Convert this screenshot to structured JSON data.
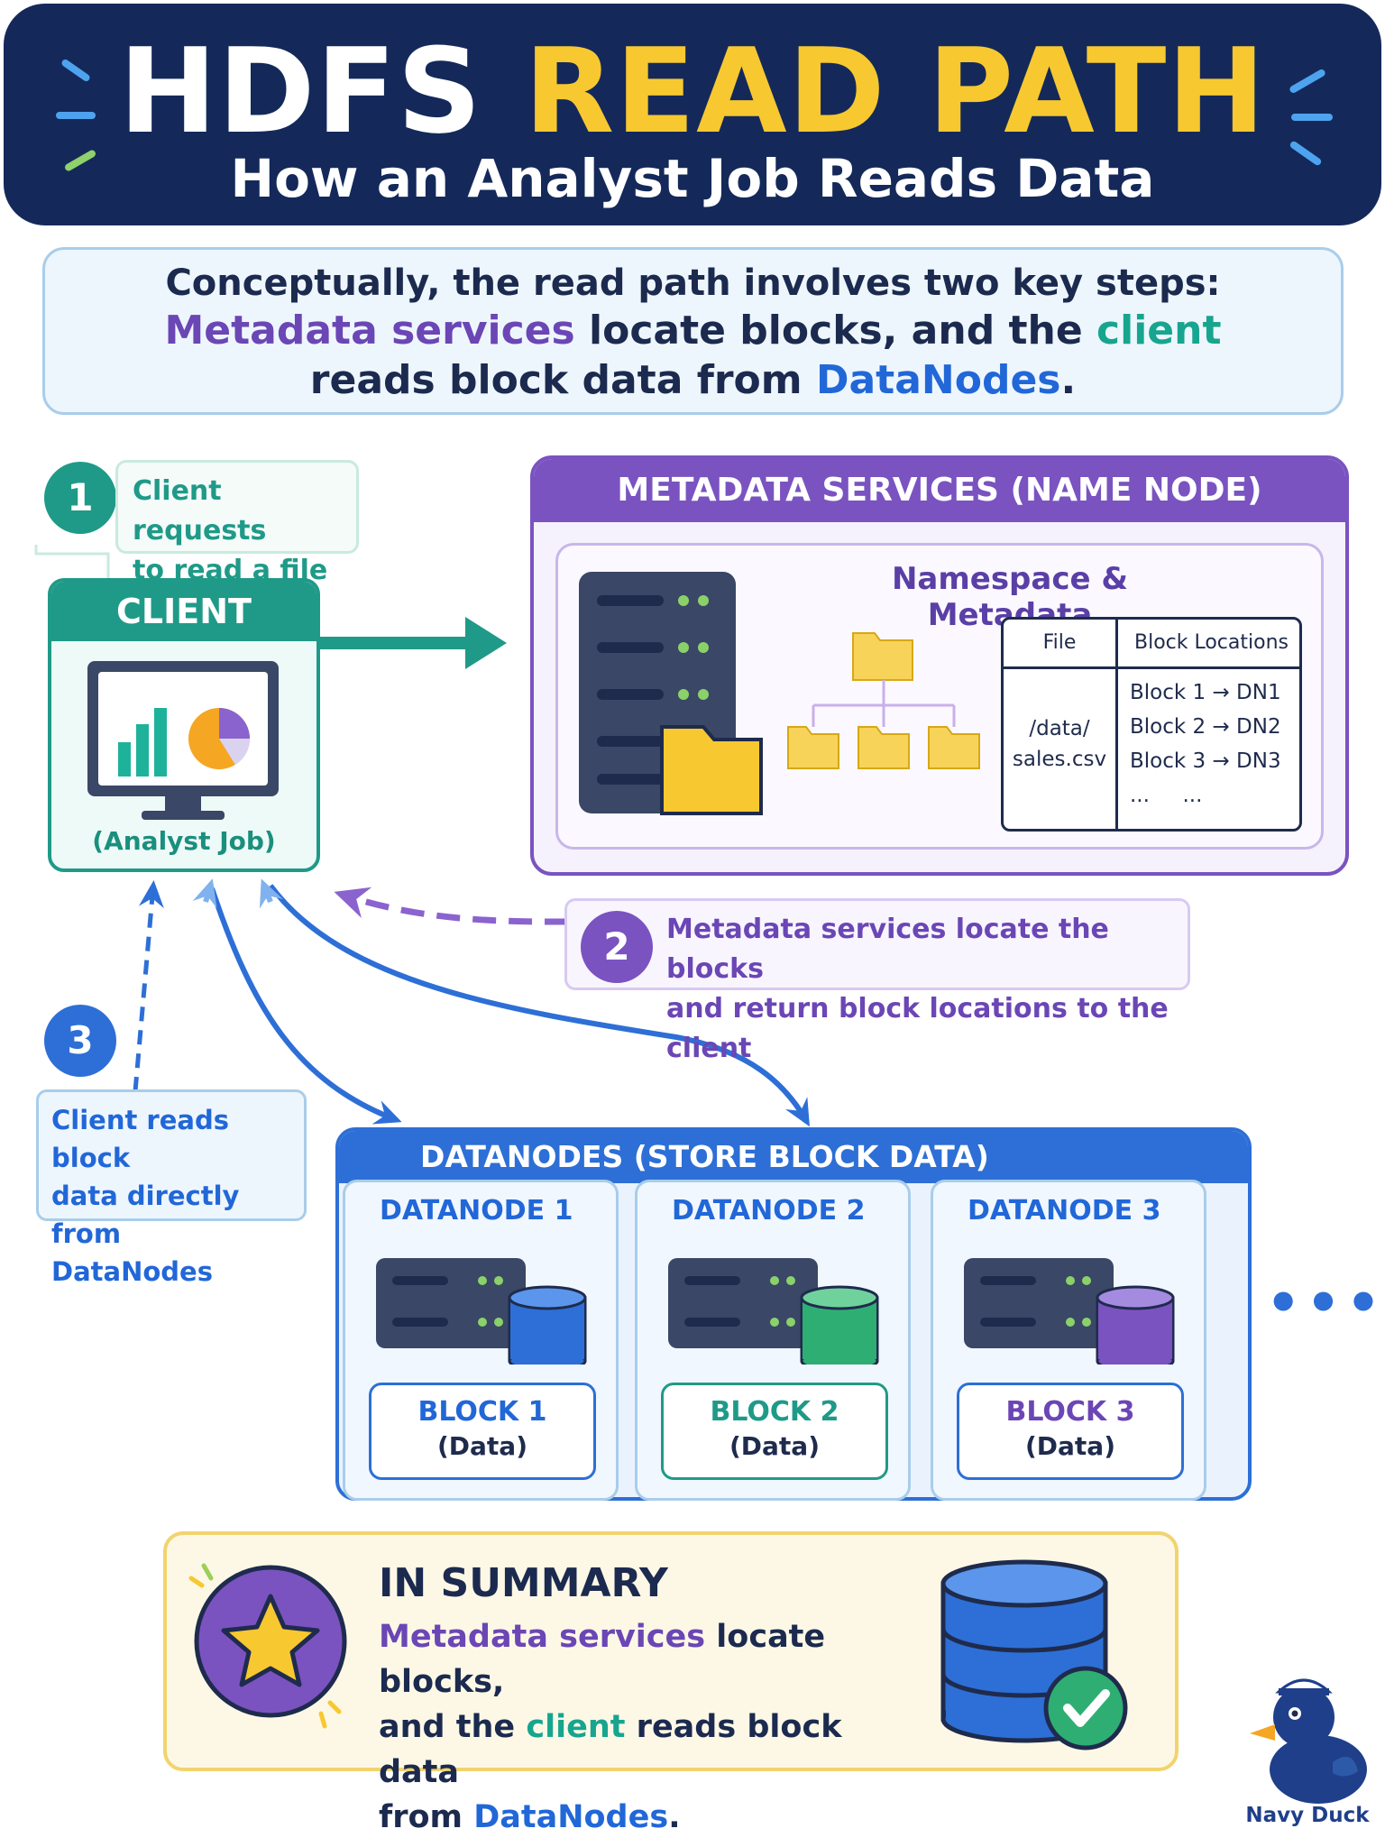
{
  "header": {
    "title_white": "HDFS",
    "title_yellow": "READ PATH",
    "subtitle": "How an Analyst Job Reads Data"
  },
  "intro": {
    "line1": "Conceptually, the read path involves two key steps:",
    "metadata_services": "Metadata services",
    "locate_blocks_and_the": " locate blocks, and the ",
    "client": "client",
    "reads_block_data_from": "reads block data from ",
    "datanodes": "DataNodes",
    "period": "."
  },
  "steps": [
    {
      "number": "1",
      "line1": "Client requests",
      "line2": "to read a file"
    },
    {
      "number": "2",
      "line1": "Metadata services locate the blocks",
      "line2": "and return block locations to the client"
    },
    {
      "number": "3",
      "line1": "Client reads block",
      "line2": "data directly from",
      "line3": "DataNodes"
    }
  ],
  "client": {
    "title": "CLIENT",
    "subtitle": "(Analyst Job)"
  },
  "name_node": {
    "title": "METADATA SERVICES (NAME NODE)",
    "namespace_title": "Namespace & Metadata",
    "table": {
      "col_file": "File",
      "col_locations": "Block Locations",
      "file_line1": "/data/",
      "file_line2": "sales.csv",
      "locations": [
        "Block 1 → DN1",
        "Block 2 → DN2",
        "Block 3 → DN3",
        "...     ..."
      ]
    }
  },
  "datanodes": {
    "title": "DATANODES (STORE BLOCK DATA)",
    "nodes": [
      {
        "label": "DATANODE 1",
        "block": "BLOCK 1",
        "data": "(Data)"
      },
      {
        "label": "DATANODE 2",
        "block": "BLOCK 2",
        "data": "(Data)"
      },
      {
        "label": "DATANODE 3",
        "block": "BLOCK 3",
        "data": "(Data)"
      }
    ],
    "more": "•••"
  },
  "summary": {
    "title": "IN SUMMARY",
    "metadata_services": "Metadata services",
    "locate_blocks": " locate blocks,",
    "and_the": "and the ",
    "client": "client",
    "reads_block_data": " reads block data",
    "from": "from ",
    "datanodes": "DataNodes",
    "period": "."
  },
  "brand": {
    "name": "Navy Duck"
  },
  "colors": {
    "navy": "#14295a",
    "yellow": "#f7c830",
    "purple": "#7a53c1",
    "teal": "#1f9a88",
    "blue": "#2d6fd6"
  }
}
